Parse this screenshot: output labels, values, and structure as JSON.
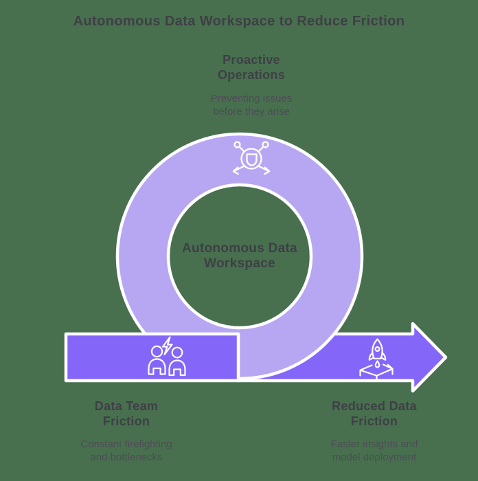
{
  "title": "Autonomous Data Workspace to Reduce Friction",
  "center_label": "Autonomous Data\nWorkspace",
  "nodes": {
    "top": {
      "heading": "Proactive\nOperations",
      "description": "Preventing issues\nbefore they arise",
      "icon": "network-shield-icon"
    },
    "left": {
      "heading": "Data Team\nFriction",
      "description": "Constant firefighting\nand bottlenecks",
      "icon": "team-conflict-icon"
    },
    "right": {
      "heading": "Reduced Data\nFriction",
      "description": "Faster insights and\nmodel deployment",
      "icon": "rocket-launch-icon"
    }
  },
  "colors": {
    "background": "#48704f",
    "ring_fill": "#b7a7f3",
    "arrow_fill": "#8467f8",
    "outline": "#ffffff",
    "heading_text": "#3f3f46",
    "body_text": "#4d4d55"
  }
}
